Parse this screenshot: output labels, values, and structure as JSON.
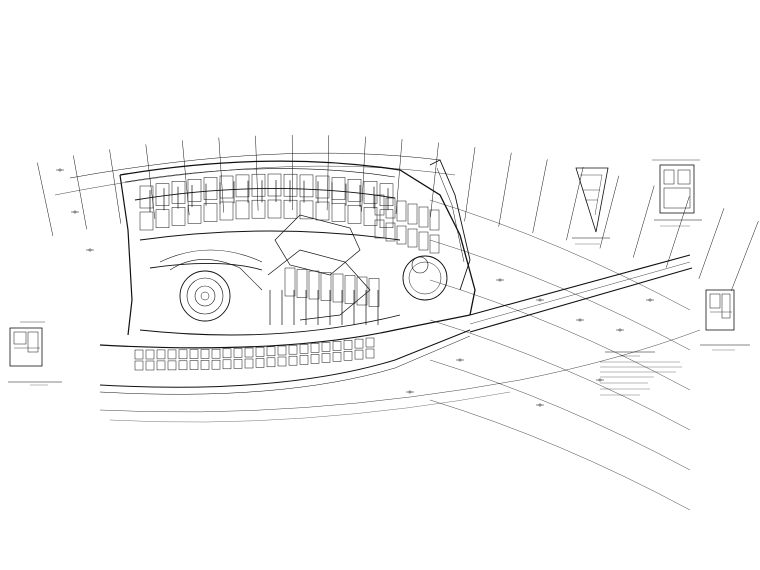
{
  "drawing": {
    "background": "#ffffff",
    "line_color": "#111111",
    "main_plan": {
      "label": "",
      "scale": ""
    },
    "detail_plans": [
      {
        "id": "detail-left",
        "caption": "",
        "scale": ""
      },
      {
        "id": "detail-triangle",
        "caption": "",
        "scale": ""
      },
      {
        "id": "detail-top-right",
        "caption": "",
        "scale": ""
      },
      {
        "id": "detail-right",
        "caption": "",
        "scale": ""
      }
    ],
    "notes_title": "",
    "notes_subtitle": "",
    "notes": [
      "",
      "",
      "",
      "",
      "",
      "",
      ""
    ]
  }
}
